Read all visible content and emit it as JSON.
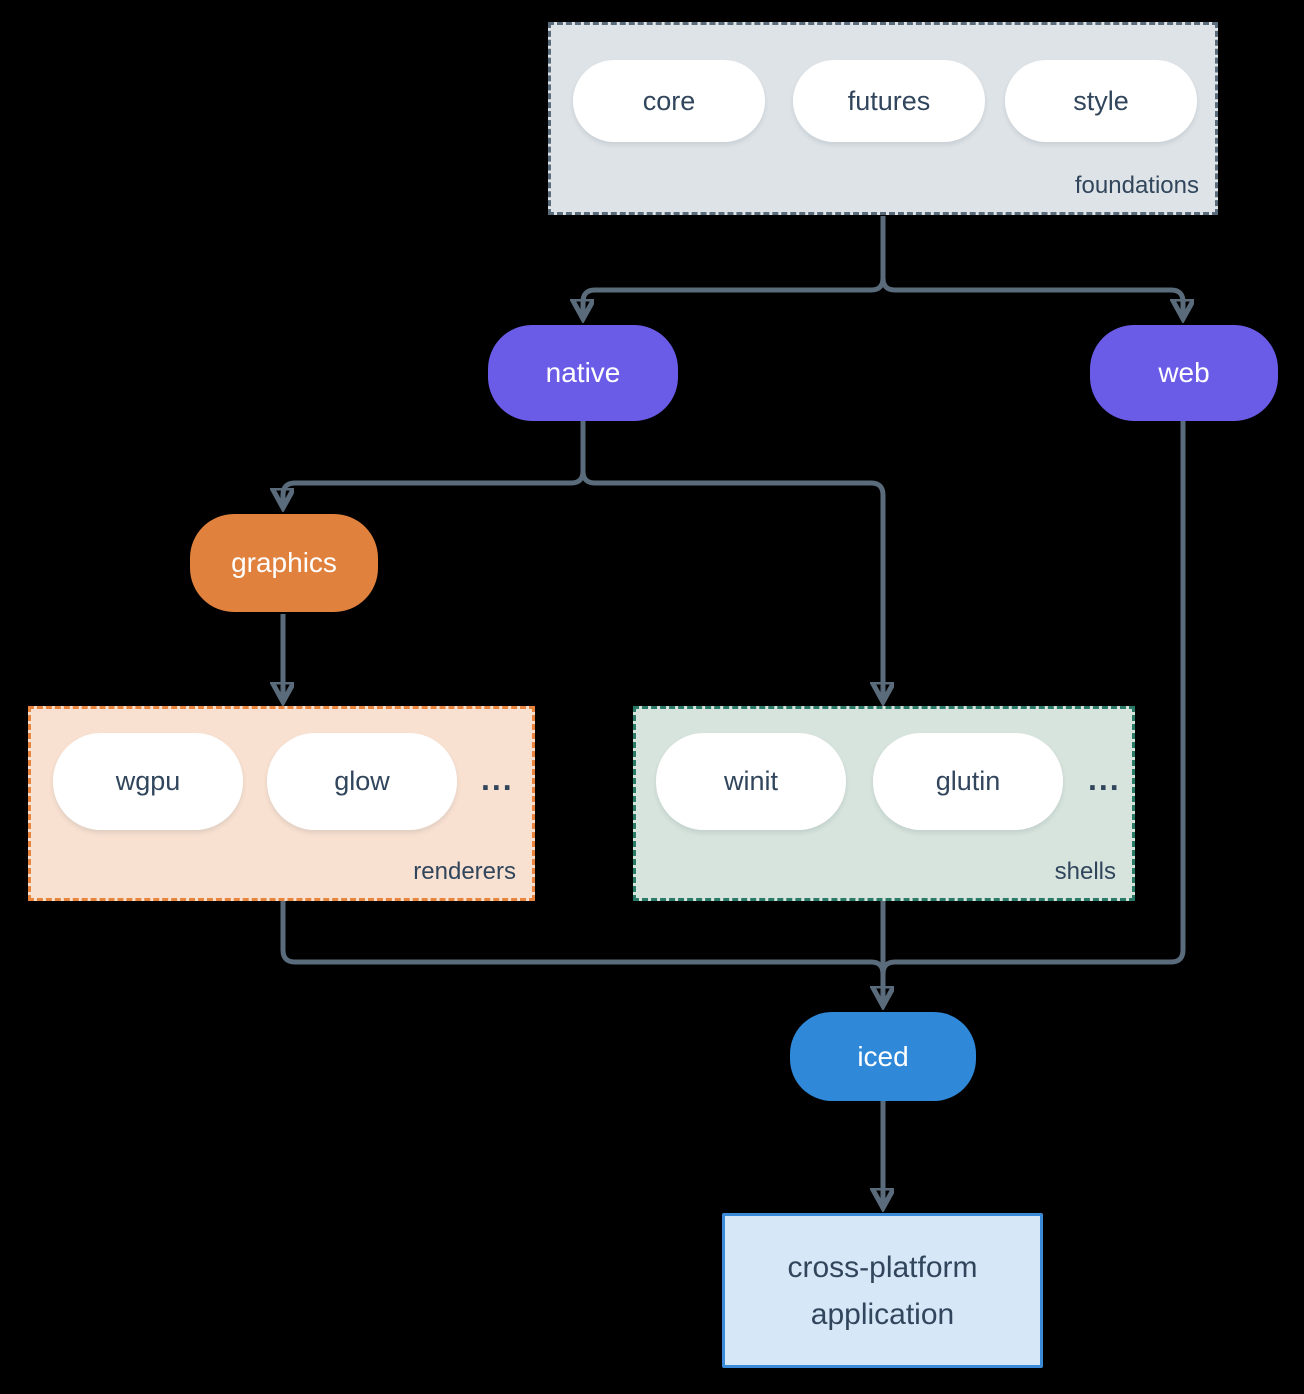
{
  "colors": {
    "bg": "#000000",
    "line": "#5a6b7c",
    "slate-text": "#31465c",
    "node-text": "#ffffff",
    "pill-fill": "#ffffff",
    "purple": "#6b5ce8",
    "orange": "#e0813d",
    "blue": "#2f88d8",
    "foundations-fill": "#dee3e7",
    "foundations-border": "#5a6b7c",
    "renderers-fill": "#f9e1d1",
    "renderers-border": "#e8843c",
    "shells-fill": "#d7e4dd",
    "shells-border": "#2a7a68",
    "app-fill": "#d6e7f7",
    "app-border": "#3a8ad8"
  },
  "groups": {
    "foundations": {
      "label": "foundations",
      "items": [
        "core",
        "futures",
        "style"
      ]
    },
    "renderers": {
      "label": "renderers",
      "items": [
        "wgpu",
        "glow"
      ],
      "ellipsis": "..."
    },
    "shells": {
      "label": "shells",
      "items": [
        "winit",
        "glutin"
      ],
      "ellipsis": "..."
    }
  },
  "nodes": {
    "native": {
      "label": "native"
    },
    "web": {
      "label": "web"
    },
    "graphics": {
      "label": "graphics"
    },
    "iced": {
      "label": "iced"
    },
    "application": {
      "label": "cross-platform application"
    }
  }
}
